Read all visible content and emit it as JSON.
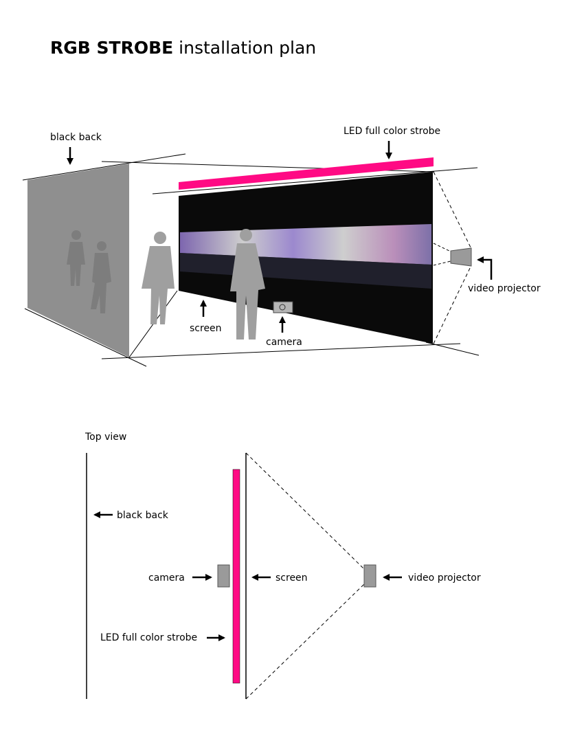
{
  "title": {
    "bold": "RGB STROBE",
    "rest": " installation plan"
  },
  "perspective": {
    "black_back": "black back",
    "led_strobe": "LED full color strobe",
    "video_projector": "video projector",
    "screen": "screen",
    "camera": "camera"
  },
  "top_view": {
    "heading": "Top view",
    "black_back": "black back",
    "camera": "camera",
    "screen": "screen",
    "video_projector": "video projector",
    "led_strobe": "LED full color strobe"
  },
  "colors": {
    "strobe": "#ff0a84",
    "back_wall": "#8f8f8f",
    "device": "#9a9a9a",
    "screen_image": "#0a0a0a"
  }
}
